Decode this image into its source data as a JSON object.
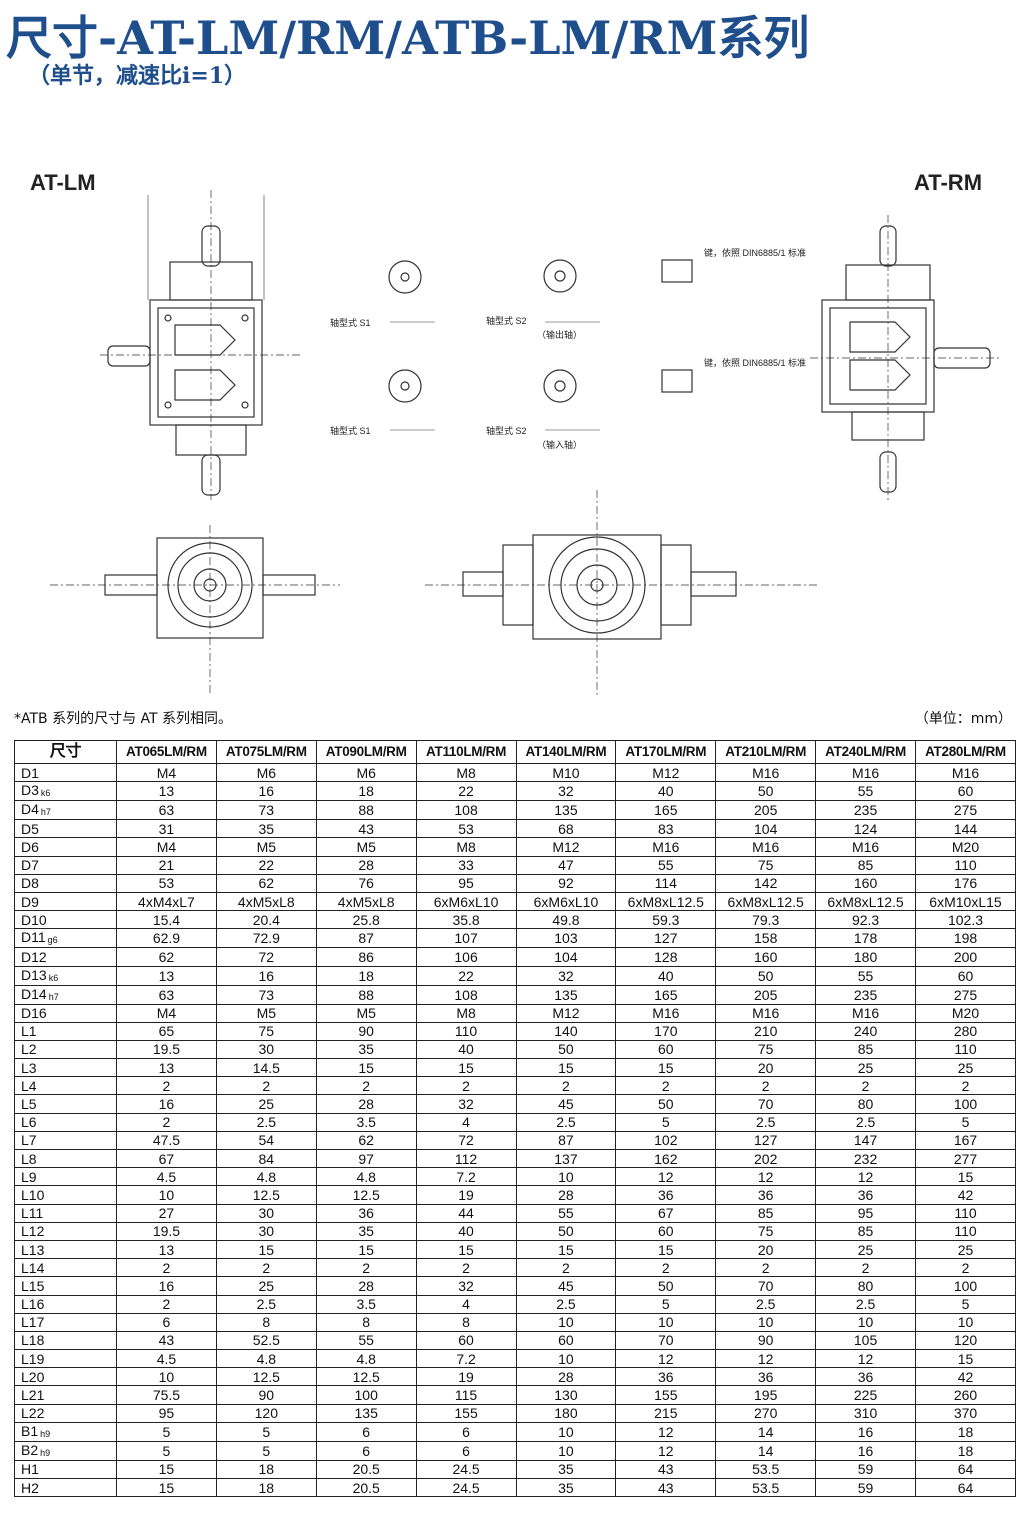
{
  "header": {
    "title": "尺寸-AT-LM/RM/ATB-LM/RM系列",
    "subtitle": "（单节，减速比i=1）"
  },
  "drawings": {
    "label_left": "AT-LM",
    "label_right": "AT-RM",
    "shaft_type_s1": "轴型式 S1",
    "shaft_type_s2": "轴型式 S2",
    "output_shaft": "（输出轴）",
    "input_shaft": "（输入轴）",
    "key_note": "键，依照 DIN6885/1 标准"
  },
  "notes": {
    "atb_note": "*ATB 系列的尺寸与 AT 系列相同。",
    "unit": "（单位：mm）"
  },
  "table": {
    "columns": [
      "尺寸",
      "AT065LM/RM",
      "AT075LM/RM",
      "AT090LM/RM",
      "AT110LM/RM",
      "AT140LM/RM",
      "AT170LM/RM",
      "AT210LM/RM",
      "AT240LM/RM",
      "AT280LM/RM"
    ],
    "rows": [
      {
        "name": "D1",
        "sub": "",
        "values": [
          "M4",
          "M6",
          "M6",
          "M8",
          "M10",
          "M12",
          "M16",
          "M16",
          "M16"
        ]
      },
      {
        "name": "D3",
        "sub": "k6",
        "values": [
          "13",
          "16",
          "18",
          "22",
          "32",
          "40",
          "50",
          "55",
          "60"
        ]
      },
      {
        "name": "D4",
        "sub": "h7",
        "values": [
          "63",
          "73",
          "88",
          "108",
          "135",
          "165",
          "205",
          "235",
          "275"
        ]
      },
      {
        "name": "D5",
        "sub": "",
        "values": [
          "31",
          "35",
          "43",
          "53",
          "68",
          "83",
          "104",
          "124",
          "144"
        ]
      },
      {
        "name": "D6",
        "sub": "",
        "values": [
          "M4",
          "M5",
          "M5",
          "M8",
          "M12",
          "M16",
          "M16",
          "M16",
          "M20"
        ]
      },
      {
        "name": "D7",
        "sub": "",
        "values": [
          "21",
          "22",
          "28",
          "33",
          "47",
          "55",
          "75",
          "85",
          "110"
        ]
      },
      {
        "name": "D8",
        "sub": "",
        "values": [
          "53",
          "62",
          "76",
          "95",
          "92",
          "114",
          "142",
          "160",
          "176"
        ]
      },
      {
        "name": "D9",
        "sub": "",
        "values": [
          "4xM4xL7",
          "4xM5xL8",
          "4xM5xL8",
          "6xM6xL10",
          "6xM6xL10",
          "6xM8xL12.5",
          "6xM8xL12.5",
          "6xM8xL12.5",
          "6xM10xL15"
        ]
      },
      {
        "name": "D10",
        "sub": "",
        "values": [
          "15.4",
          "20.4",
          "25.8",
          "35.8",
          "49.8",
          "59.3",
          "79.3",
          "92.3",
          "102.3"
        ]
      },
      {
        "name": "D11",
        "sub": "g6",
        "values": [
          "62.9",
          "72.9",
          "87",
          "107",
          "103",
          "127",
          "158",
          "178",
          "198"
        ]
      },
      {
        "name": "D12",
        "sub": "",
        "values": [
          "62",
          "72",
          "86",
          "106",
          "104",
          "128",
          "160",
          "180",
          "200"
        ]
      },
      {
        "name": "D13",
        "sub": "k6",
        "values": [
          "13",
          "16",
          "18",
          "22",
          "32",
          "40",
          "50",
          "55",
          "60"
        ]
      },
      {
        "name": "D14",
        "sub": "h7",
        "values": [
          "63",
          "73",
          "88",
          "108",
          "135",
          "165",
          "205",
          "235",
          "275"
        ]
      },
      {
        "name": "D16",
        "sub": "",
        "values": [
          "M4",
          "M5",
          "M5",
          "M8",
          "M12",
          "M16",
          "M16",
          "M16",
          "M20"
        ]
      },
      {
        "name": "L1",
        "sub": "",
        "values": [
          "65",
          "75",
          "90",
          "110",
          "140",
          "170",
          "210",
          "240",
          "280"
        ]
      },
      {
        "name": "L2",
        "sub": "",
        "values": [
          "19.5",
          "30",
          "35",
          "40",
          "50",
          "60",
          "75",
          "85",
          "110"
        ]
      },
      {
        "name": "L3",
        "sub": "",
        "values": [
          "13",
          "14.5",
          "15",
          "15",
          "15",
          "15",
          "20",
          "25",
          "25"
        ]
      },
      {
        "name": "L4",
        "sub": "",
        "values": [
          "2",
          "2",
          "2",
          "2",
          "2",
          "2",
          "2",
          "2",
          "2"
        ]
      },
      {
        "name": "L5",
        "sub": "",
        "values": [
          "16",
          "25",
          "28",
          "32",
          "45",
          "50",
          "70",
          "80",
          "100"
        ]
      },
      {
        "name": "L6",
        "sub": "",
        "values": [
          "2",
          "2.5",
          "3.5",
          "4",
          "2.5",
          "5",
          "2.5",
          "2.5",
          "5"
        ]
      },
      {
        "name": "L7",
        "sub": "",
        "values": [
          "47.5",
          "54",
          "62",
          "72",
          "87",
          "102",
          "127",
          "147",
          "167"
        ]
      },
      {
        "name": "L8",
        "sub": "",
        "values": [
          "67",
          "84",
          "97",
          "112",
          "137",
          "162",
          "202",
          "232",
          "277"
        ]
      },
      {
        "name": "L9",
        "sub": "",
        "values": [
          "4.5",
          "4.8",
          "4.8",
          "7.2",
          "10",
          "12",
          "12",
          "12",
          "15"
        ]
      },
      {
        "name": "L10",
        "sub": "",
        "values": [
          "10",
          "12.5",
          "12.5",
          "19",
          "28",
          "36",
          "36",
          "36",
          "42"
        ]
      },
      {
        "name": "L11",
        "sub": "",
        "values": [
          "27",
          "30",
          "36",
          "44",
          "55",
          "67",
          "85",
          "95",
          "110"
        ]
      },
      {
        "name": "L12",
        "sub": "",
        "values": [
          "19.5",
          "30",
          "35",
          "40",
          "50",
          "60",
          "75",
          "85",
          "110"
        ]
      },
      {
        "name": "L13",
        "sub": "",
        "values": [
          "13",
          "15",
          "15",
          "15",
          "15",
          "15",
          "20",
          "25",
          "25"
        ]
      },
      {
        "name": "L14",
        "sub": "",
        "values": [
          "2",
          "2",
          "2",
          "2",
          "2",
          "2",
          "2",
          "2",
          "2"
        ]
      },
      {
        "name": "L15",
        "sub": "",
        "values": [
          "16",
          "25",
          "28",
          "32",
          "45",
          "50",
          "70",
          "80",
          "100"
        ]
      },
      {
        "name": "L16",
        "sub": "",
        "values": [
          "2",
          "2.5",
          "3.5",
          "4",
          "2.5",
          "5",
          "2.5",
          "2.5",
          "5"
        ]
      },
      {
        "name": "L17",
        "sub": "",
        "values": [
          "6",
          "8",
          "8",
          "8",
          "10",
          "10",
          "10",
          "10",
          "10"
        ]
      },
      {
        "name": "L18",
        "sub": "",
        "values": [
          "43",
          "52.5",
          "55",
          "60",
          "60",
          "70",
          "90",
          "105",
          "120"
        ]
      },
      {
        "name": "L19",
        "sub": "",
        "values": [
          "4.5",
          "4.8",
          "4.8",
          "7.2",
          "10",
          "12",
          "12",
          "12",
          "15"
        ]
      },
      {
        "name": "L20",
        "sub": "",
        "values": [
          "10",
          "12.5",
          "12.5",
          "19",
          "28",
          "36",
          "36",
          "36",
          "42"
        ]
      },
      {
        "name": "L21",
        "sub": "",
        "values": [
          "75.5",
          "90",
          "100",
          "115",
          "130",
          "155",
          "195",
          "225",
          "260"
        ]
      },
      {
        "name": "L22",
        "sub": "",
        "values": [
          "95",
          "120",
          "135",
          "155",
          "180",
          "215",
          "270",
          "310",
          "370"
        ]
      },
      {
        "name": "B1",
        "sub": "h9",
        "values": [
          "5",
          "5",
          "6",
          "6",
          "10",
          "12",
          "14",
          "16",
          "18"
        ]
      },
      {
        "name": "B2",
        "sub": "h9",
        "values": [
          "5",
          "5",
          "6",
          "6",
          "10",
          "12",
          "14",
          "16",
          "18"
        ]
      },
      {
        "name": "H1",
        "sub": "",
        "values": [
          "15",
          "18",
          "20.5",
          "24.5",
          "35",
          "43",
          "53.5",
          "59",
          "64"
        ]
      },
      {
        "name": "H2",
        "sub": "",
        "values": [
          "15",
          "18",
          "20.5",
          "24.5",
          "35",
          "43",
          "53.5",
          "59",
          "64"
        ]
      }
    ]
  }
}
